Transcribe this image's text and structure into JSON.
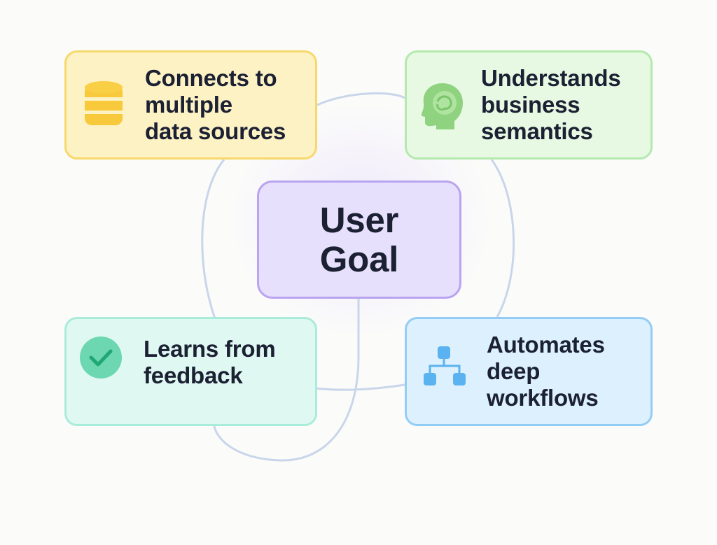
{
  "diagram": {
    "center": {
      "label_line1": "User",
      "label_line2": "Goal"
    },
    "cards": [
      {
        "id": "data-sources",
        "icon": "database-icon",
        "color": "#f7d96b",
        "lines": [
          "Connects to",
          "multiple",
          "data sources"
        ]
      },
      {
        "id": "semantics",
        "icon": "brain-head-icon",
        "color": "#8fd27f",
        "lines": [
          "Understands",
          "business",
          "semantics"
        ]
      },
      {
        "id": "feedback",
        "icon": "checkmark-icon",
        "color": "#6cd7b0",
        "lines": [
          "Learns from",
          "feedback"
        ]
      },
      {
        "id": "workflows",
        "icon": "flowchart-icon",
        "color": "#5ab3f0",
        "lines": [
          "Automates",
          "deep",
          "workflows"
        ]
      }
    ],
    "connector_color": "#c9d6ea"
  }
}
